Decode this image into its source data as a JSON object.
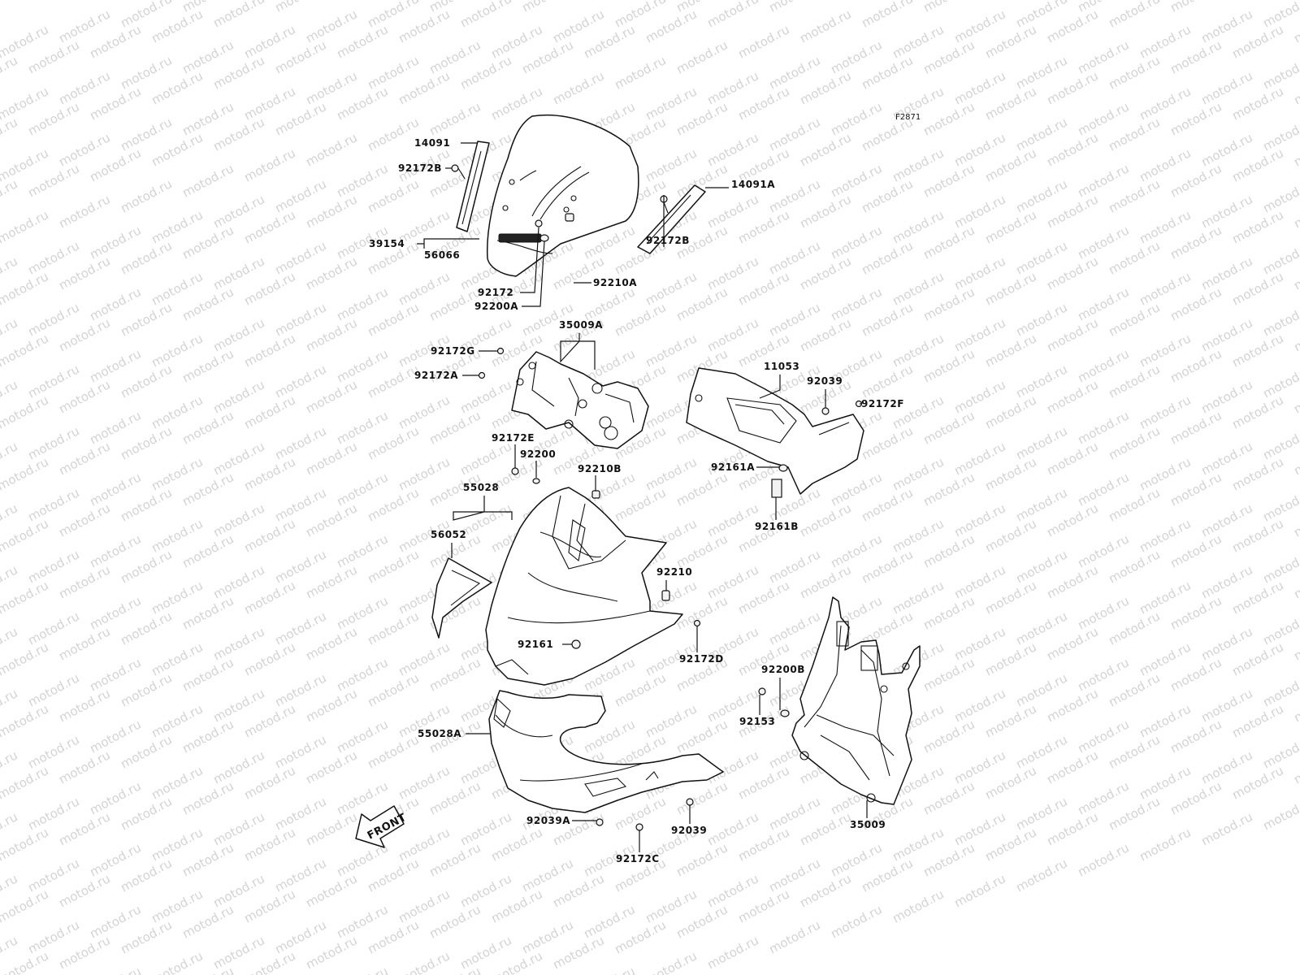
{
  "diagram": {
    "code": "F2871",
    "watermark": "motod.ru",
    "front_label": "FRONT",
    "parts": [
      {
        "id": "p-14091",
        "number": "14091"
      },
      {
        "id": "p-92172b-left",
        "number": "92172B"
      },
      {
        "id": "p-39154",
        "number": "39154"
      },
      {
        "id": "p-56066",
        "number": "56066"
      },
      {
        "id": "p-92172b-right",
        "number": "92172B"
      },
      {
        "id": "p-14091a",
        "number": "14091A"
      },
      {
        "id": "p-92172",
        "number": "92172"
      },
      {
        "id": "p-92210a",
        "number": "92210A"
      },
      {
        "id": "p-92200a",
        "number": "92200A"
      },
      {
        "id": "p-35009a",
        "number": "35009A"
      },
      {
        "id": "p-92172g",
        "number": "92172G"
      },
      {
        "id": "p-92172a",
        "number": "92172A"
      },
      {
        "id": "p-11053",
        "number": "11053"
      },
      {
        "id": "p-92039-upper",
        "number": "92039"
      },
      {
        "id": "p-92172f",
        "number": "92172F"
      },
      {
        "id": "p-92172e",
        "number": "92172E"
      },
      {
        "id": "p-92200",
        "number": "92200"
      },
      {
        "id": "p-92210b",
        "number": "92210B"
      },
      {
        "id": "p-92161a",
        "number": "92161A"
      },
      {
        "id": "p-92161b",
        "number": "92161B"
      },
      {
        "id": "p-55028",
        "number": "55028"
      },
      {
        "id": "p-56052",
        "number": "56052"
      },
      {
        "id": "p-92210",
        "number": "92210"
      },
      {
        "id": "p-92161",
        "number": "92161"
      },
      {
        "id": "p-92172d",
        "number": "92172D"
      },
      {
        "id": "p-92200b",
        "number": "92200B"
      },
      {
        "id": "p-92153",
        "number": "92153"
      },
      {
        "id": "p-55028a",
        "number": "55028A"
      },
      {
        "id": "p-92039a",
        "number": "92039A"
      },
      {
        "id": "p-92039-lower",
        "number": "92039"
      },
      {
        "id": "p-92172c",
        "number": "92172C"
      },
      {
        "id": "p-35009",
        "number": "35009"
      }
    ]
  }
}
